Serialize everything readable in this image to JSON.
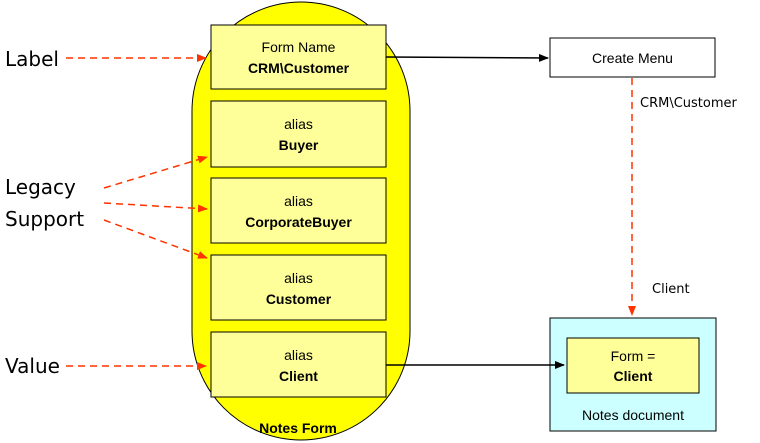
{
  "side_labels": {
    "label": "Label",
    "legacy_line1": "Legacy",
    "legacy_line2": "Support",
    "value": "Value"
  },
  "notes_form": {
    "title": "Notes Form",
    "fill_color": "#ffff00",
    "form_name_box": {
      "line1": "Form Name",
      "line2": "CRM\\Customer"
    },
    "alias_boxes": [
      {
        "line1": "alias",
        "line2": "Buyer"
      },
      {
        "line1": "alias",
        "line2": "CorporateBuyer"
      },
      {
        "line1": "alias",
        "line2": "Customer"
      },
      {
        "line1": "alias",
        "line2": "Client"
      }
    ],
    "box_fill_color": "#ffff99"
  },
  "create_menu": {
    "label": "Create Menu"
  },
  "edge_labels": {
    "menu_to_document": "CRM\\Customer",
    "client_label": "Client"
  },
  "notes_document": {
    "title": "Notes document",
    "fill_color": "#ccffff",
    "form_box": {
      "line1": "Form =",
      "line2": "Client"
    }
  },
  "colors": {
    "dashed_arrow": "#ff3300",
    "solid_arrow": "#000000"
  }
}
